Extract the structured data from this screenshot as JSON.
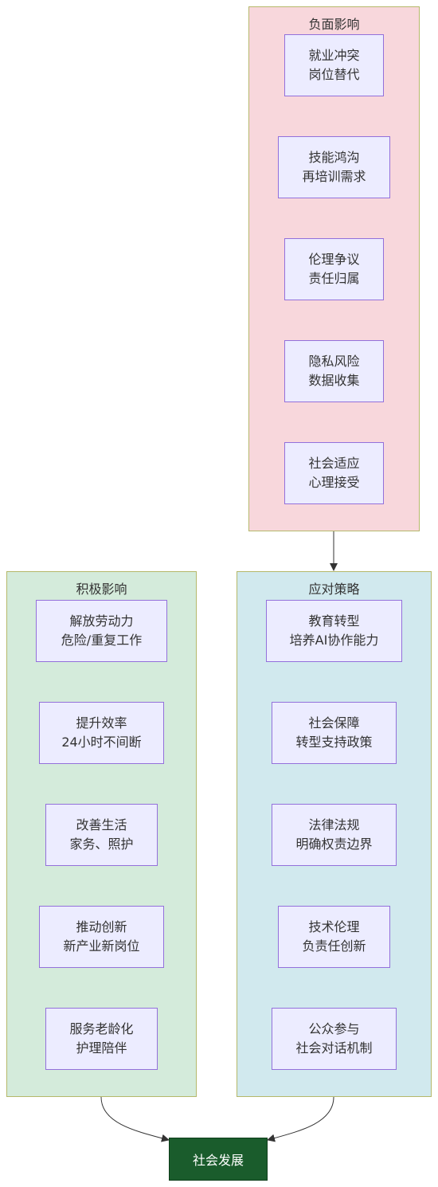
{
  "groups": {
    "negative": {
      "title": "负面影响",
      "bg": "#f8d7dc",
      "nodes": [
        {
          "l1": "就业冲突",
          "l2": "岗位替代"
        },
        {
          "l1": "技能鸿沟",
          "l2": "再培训需求"
        },
        {
          "l1": "伦理争议",
          "l2": "责任归属"
        },
        {
          "l1": "隐私风险",
          "l2": "数据收集"
        },
        {
          "l1": "社会适应",
          "l2": "心理接受"
        }
      ]
    },
    "positive": {
      "title": "积极影响",
      "bg": "#d4ebdb",
      "nodes": [
        {
          "l1": "解放劳动力",
          "l2": "危险/重复工作"
        },
        {
          "l1": "提升效率",
          "l2": "24小时不间断"
        },
        {
          "l1": "改善生活",
          "l2": "家务、照护"
        },
        {
          "l1": "推动创新",
          "l2": "新产业新岗位"
        },
        {
          "l1": "服务老龄化",
          "l2": "护理陪伴"
        }
      ]
    },
    "strategy": {
      "title": "应对策略",
      "bg": "#d1e9ee",
      "nodes": [
        {
          "l1": "教育转型",
          "l2": "培养AI协作能力"
        },
        {
          "l1": "社会保障",
          "l2": "转型支持政策"
        },
        {
          "l1": "法律法规",
          "l2": "明确权责边界"
        },
        {
          "l1": "技术伦理",
          "l2": "负责任创新"
        },
        {
          "l1": "公众参与",
          "l2": "社会对话机制"
        }
      ]
    }
  },
  "final_node": {
    "label": "社会发展",
    "bg": "#1a5c2c"
  },
  "colors": {
    "node_fill": "#ececff",
    "node_border": "#9370db",
    "group_border": "#b5b86a",
    "edge": "#333333"
  }
}
